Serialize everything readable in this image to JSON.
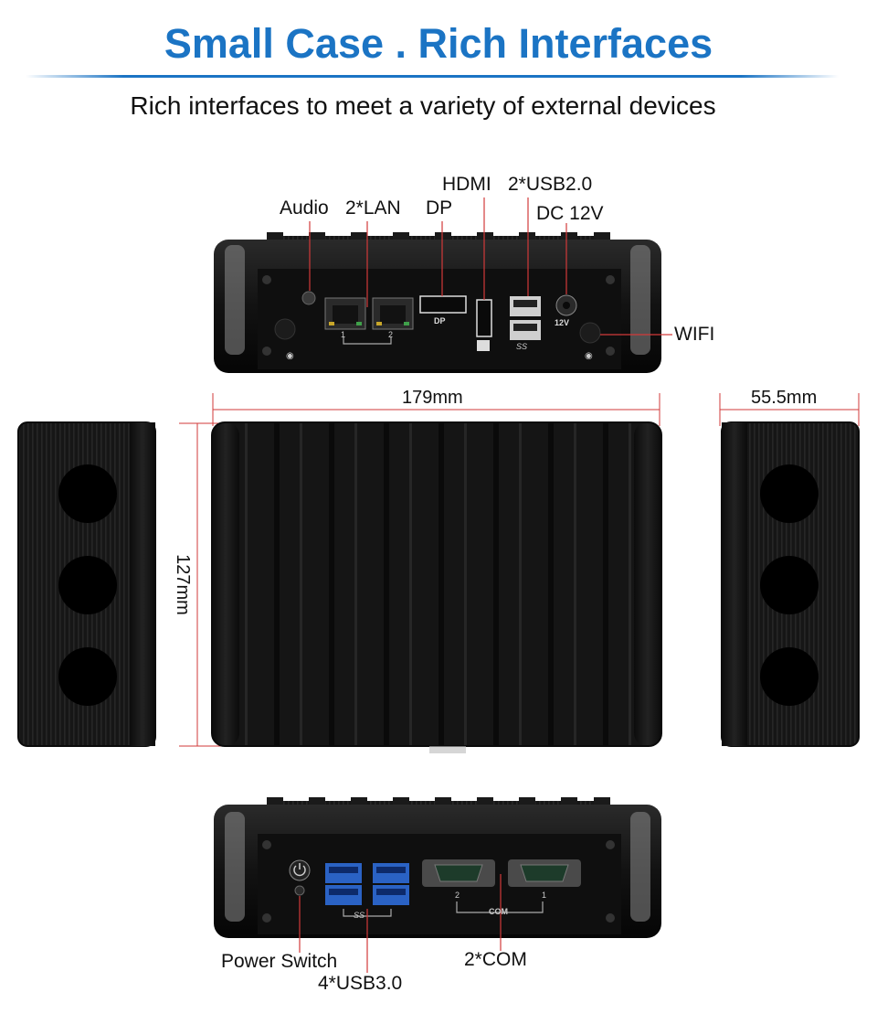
{
  "header": {
    "title": "Small Case . Rich Interfaces",
    "subtitle": "Rich interfaces to meet a variety of external devices"
  },
  "front_panel": {
    "labels": {
      "audio": "Audio",
      "lan": "2*LAN",
      "dp": "DP",
      "hdmi": "HDMI",
      "usb2": "2*USB2.0",
      "dc": "DC 12V",
      "wifi": "WIFI"
    },
    "port_marks": {
      "dp": "DP",
      "lan_1": "1",
      "lan_2": "2",
      "dc": "12V",
      "usb_logo": "SS"
    }
  },
  "dimensions": {
    "length": "179mm",
    "width": "127mm",
    "height": "55.5mm"
  },
  "rear_panel": {
    "labels": {
      "power": "Power Switch",
      "usb3": "4*USB3.0",
      "com": "2*COM"
    },
    "port_marks": {
      "com": "COM",
      "com_1": "1",
      "com_2": "2",
      "usb_logo": "SS"
    }
  },
  "colors": {
    "accent": "#1b74c4",
    "case": "#141414",
    "leader_line": "#d23a3a"
  }
}
